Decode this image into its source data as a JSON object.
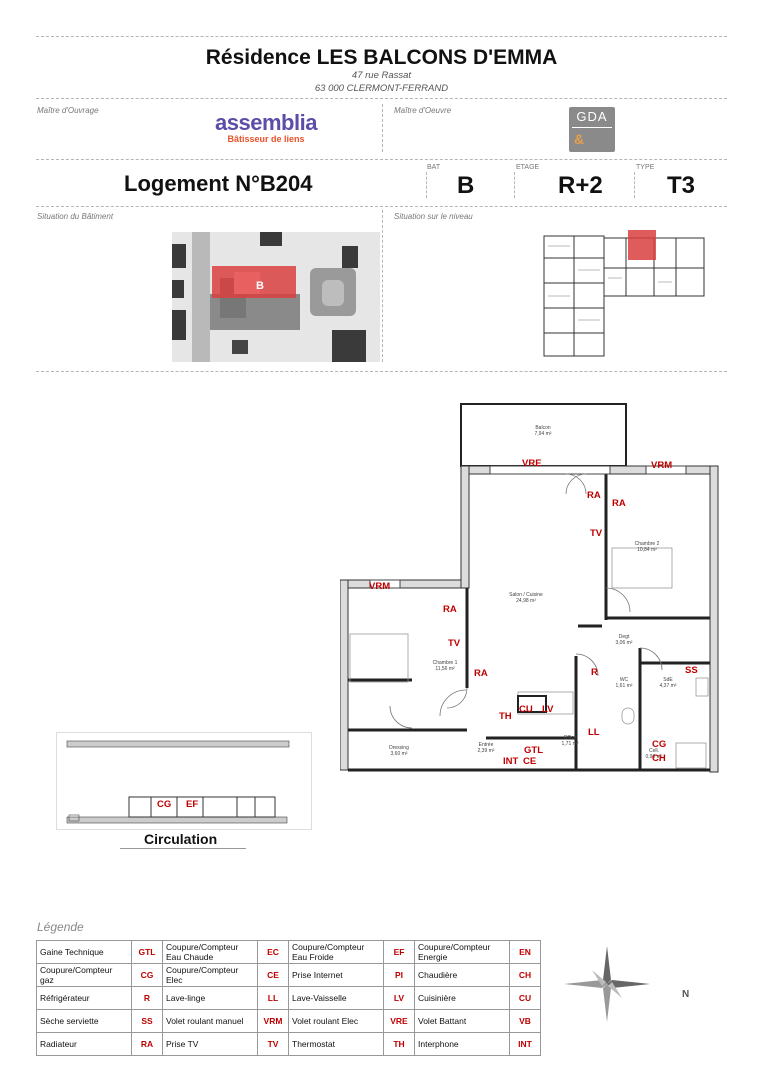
{
  "header": {
    "title": "Résidence LES BALCONS D'EMMA",
    "address_line1": "47 rue Rassat",
    "address_line2": "63 000 CLERMONT-FERRAND"
  },
  "owner": {
    "label": "Maître d'Ouvrage",
    "logo_text": "assemblia",
    "logo_tagline": "Bâtisseur de liens",
    "logo_color": "#5b4da8",
    "accent_color": "#e8532a"
  },
  "architect": {
    "label": "Maître d'Oeuvre",
    "logo_text": "GDA"
  },
  "unit": {
    "title": "Logement N°B204",
    "bat_label": "BAT",
    "bat_value": "B",
    "etage_label": "ETAGE",
    "etage_value": "R+2",
    "type_label": "TYPE",
    "type_value": "T3"
  },
  "situation": {
    "building_label": "Situation du Bâtiment",
    "building_marker": "B",
    "level_label": "Situation sur le niveau"
  },
  "plan": {
    "rooms": {
      "balcon": "Balcon",
      "balcon_area": "7,94 m²",
      "sejour": "Salon / Cuisine",
      "sejour_area": "24,98 m²",
      "chambre1": "Chambre 1",
      "chambre1_area": "11,56 m²",
      "chambre2": "Chambre 2",
      "chambre2_area": "10,84 m²",
      "dressing": "Dressing",
      "dressing_area": "3,60 m²",
      "degt": "Degt",
      "degt_area": "3,06 m²",
      "wc": "WC",
      "wc_area": "1,61 m²",
      "sdb": "SdE",
      "sdb_area": "4,37 m²",
      "entree": "Entrée",
      "entree_area": "2,39 m²",
      "office": "Office",
      "office_area": "1,71 m²",
      "cell": "Cell.",
      "cell_area": "0,90 m²"
    },
    "codes": {
      "vre": "VRE",
      "vrm1": "VRM",
      "vrm2": "VRM",
      "ra1": "RA",
      "ra2": "RA",
      "ra3": "RA",
      "ra4": "RA",
      "tv1": "TV",
      "tv2": "TV",
      "ss": "SS",
      "r": "R",
      "cu": "CU",
      "lv": "LV",
      "th": "TH",
      "ll": "LL",
      "gtl": "GTL",
      "int": "INT",
      "ce": "CE",
      "cg": "CG",
      "ch": "CH"
    }
  },
  "circulation": {
    "label": "Circulation",
    "cg": "CG",
    "ef": "EF"
  },
  "legend": {
    "title": "Légende",
    "rows": [
      [
        [
          "Gaine Technique",
          "GTL"
        ],
        [
          "Coupure/Compteur Eau Chaude",
          "EC"
        ],
        [
          "Coupure/Compteur Eau Froide",
          "EF"
        ],
        [
          "Coupure/Compteur Energie",
          "EN"
        ]
      ],
      [
        [
          "Coupure/Compteur gaz",
          "CG"
        ],
        [
          "Coupure/Compteur Elec",
          "CE"
        ],
        [
          "Prise Internet",
          "PI"
        ],
        [
          "Chaudière",
          "CH"
        ]
      ],
      [
        [
          "Réfrigérateur",
          "R"
        ],
        [
          "Lave-linge",
          "LL"
        ],
        [
          "Lave-Vaisselle",
          "LV"
        ],
        [
          "Cuisinière",
          "CU"
        ]
      ],
      [
        [
          "Sèche serviette",
          "SS"
        ],
        [
          "Volet roulant manuel",
          "VRM"
        ],
        [
          "Volet roulant Elec",
          "VRE"
        ],
        [
          "Volet Battant",
          "VB"
        ]
      ],
      [
        [
          "Radiateur",
          "RA"
        ],
        [
          "Prise TV",
          "TV"
        ],
        [
          "Thermostat",
          "TH"
        ],
        [
          "Interphone",
          "INT"
        ]
      ]
    ]
  },
  "compass": {
    "north": "N"
  }
}
